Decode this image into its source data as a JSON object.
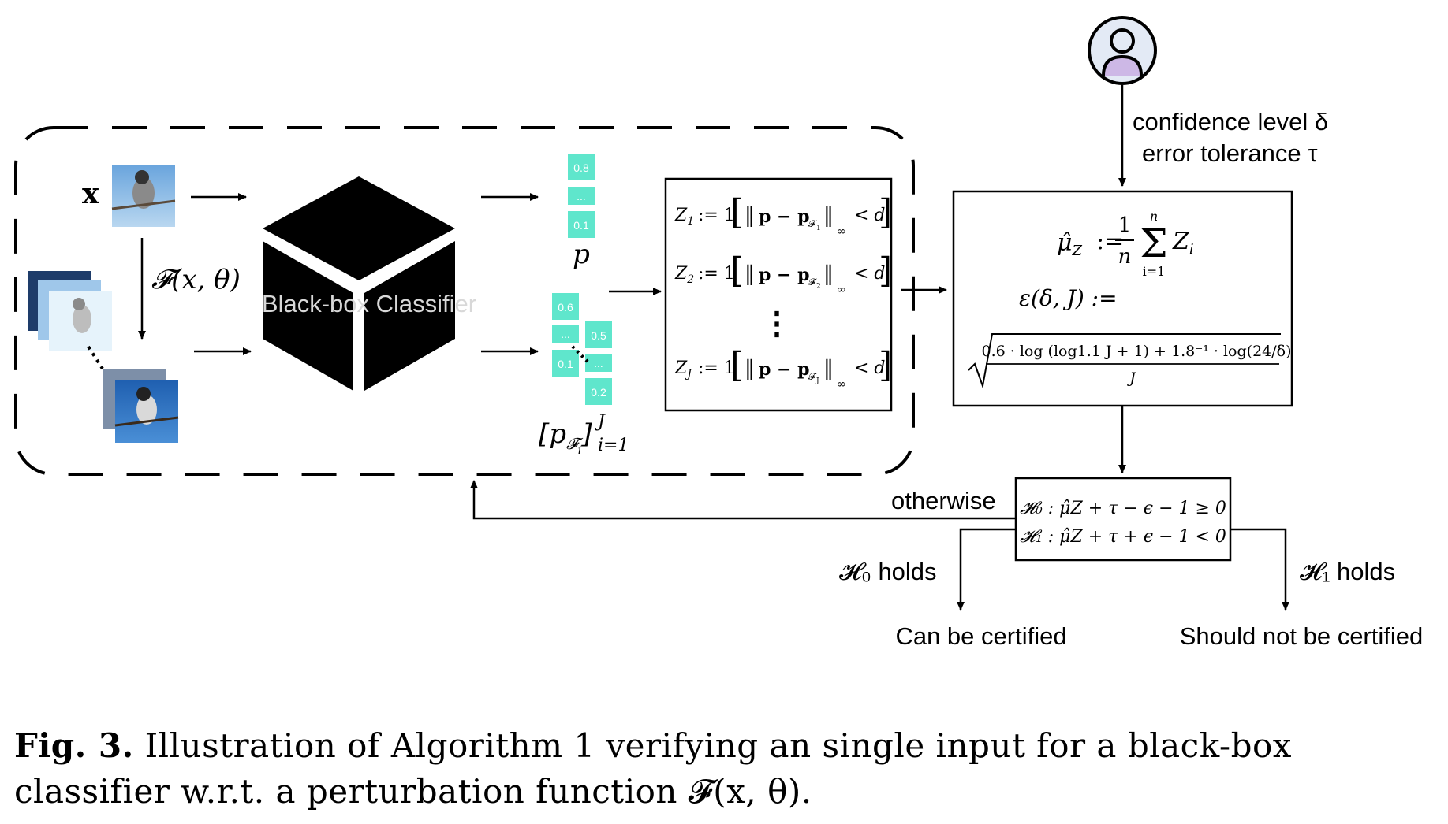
{
  "input": {
    "x_label": "x",
    "perturb_label": "𝓕(x, θ)"
  },
  "classifier": {
    "label": "Black-box Classifier"
  },
  "output_p": {
    "values": [
      "0.8",
      "...",
      "0.1"
    ],
    "label": "p"
  },
  "output_pf": {
    "col1": [
      "0.6",
      "...",
      "0.1"
    ],
    "col2": [
      "0.5",
      "...",
      "0.2"
    ],
    "label": "[p",
    "label_sub": "𝓕",
    "label_subsub": "i",
    "label_range_sub": "i=1",
    "label_range_sup": "J",
    "label_close": "]"
  },
  "z_box": {
    "rows": [
      {
        "lhs": "Z",
        "idx": "1",
        "f_idx": "1"
      },
      {
        "lhs": "Z",
        "idx": "2",
        "f_idx": "2"
      },
      {
        "lhs": "Z",
        "idx": "J",
        "f_idx": "J"
      }
    ],
    "assign": ":= 1",
    "norm_p": "p − p",
    "norm_sub": "𝓕",
    "inf": "∞",
    "cmp": "< d",
    "ellipsis": "⋮"
  },
  "user": {
    "confidence": "confidence level δ",
    "tolerance": "error tolerance τ"
  },
  "estimate_box": {
    "mu_lhs": "μ̂",
    "mu_sub": "Z",
    "assign": ":=",
    "frac_num": "1",
    "frac_den": "n",
    "sum_top": "n",
    "sum_bottom": "i=1",
    "sum_term": "Z",
    "sum_term_sub": "i",
    "eps_lhs": "ε(δ, J) :=",
    "sqrt_num": "0.6 · log (log1.1 J + 1) + 1.8⁻¹ · log(24/δ)",
    "sqrt_den": "J"
  },
  "hypothesis_box": {
    "h0": "𝓗₀ : μ̂Z + τ − ϵ − 1 ≥ 0",
    "h1": "𝓗₁ : μ̂Z + τ + ϵ − 1 < 0"
  },
  "branches": {
    "otherwise": "otherwise",
    "h0_holds": "𝓗₀ holds",
    "h1_holds": "𝓗₁ holds",
    "certified": "Can be certified",
    "not_certified": "Should not be certified"
  },
  "caption": {
    "fig": "Fig. 3.",
    "text": " Illustration of Algorithm 1 verifying an single input for a black-box classifier w.r.t. a perturbation function 𝓕(x, θ)."
  },
  "colors": {
    "teal": "#5fe6cc",
    "black": "#000000",
    "sky": "#7fb3e6",
    "avatar": "#e3eaf5"
  }
}
